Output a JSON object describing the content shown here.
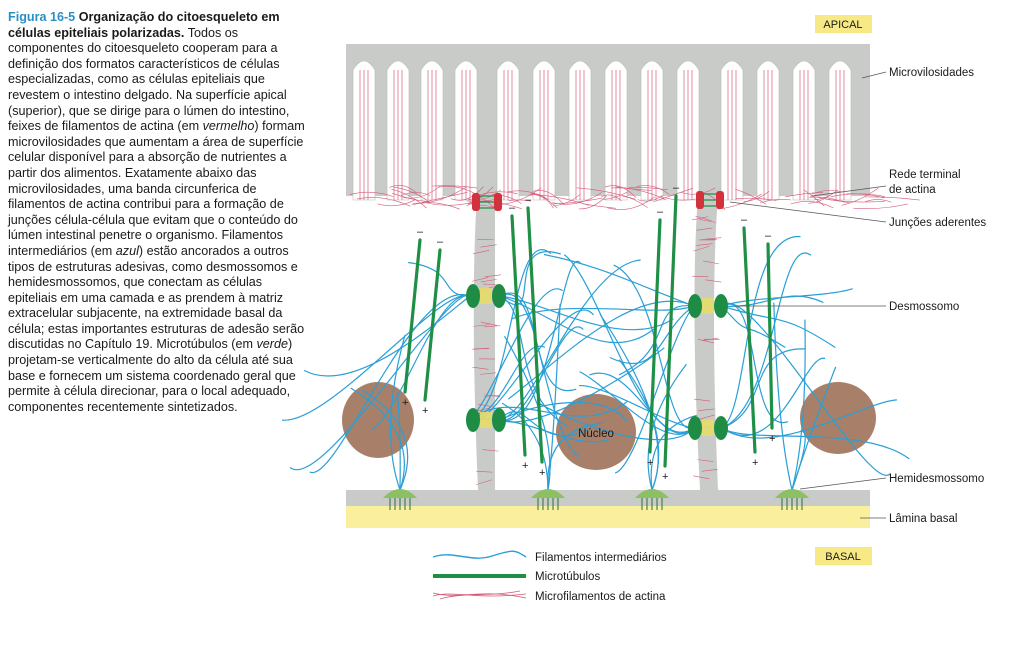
{
  "caption": {
    "figure_number": "Figura 16-5",
    "title": "Organização do citoesqueleto em células epiteliais polarizadas.",
    "body_1": "Todos os componentes do citoesqueleto cooperam para a definição dos formatos característicos de células especializadas, como as células epiteliais que revestem o intestino delgado. Na superfície apical (superior), que se dirige para o lúmen do intestino, feixes de filamentos de actina (em ",
    "emph_red": "vermelho",
    "body_2": ") formam microvilosidades que aumentam a área de superfície celular disponível para a absorção de nutrientes a partir dos alimentos. Exatamente abaixo das microvilosidades, uma banda circunferica de filamentos de actina contribui para a formação de junções célula-célula que evitam que o conteúdo do lúmen intestinal penetre o organismo. Filamentos intermediários (em ",
    "emph_blue": "azul",
    "body_3": ") estão ancorados a outros tipos de estruturas adesivas, como desmossomos e hemidesmossomos, que conectam as células epiteliais em uma camada e as prendem à matriz extracelular subjacente, na extremidade basal da célula; estas importantes estruturas de adesão serão discutidas no Capítulo 19. Microtúbulos (em ",
    "emph_green": "verde",
    "body_4": ") projetam-se verticalmente do alto da célula até sua base e fornecem um sistema coordenado geral que permite à célula direcionar, para o local adequado, componentes recentemente sintetizados."
  },
  "diagram": {
    "apical_tag": "APICAL",
    "basal_tag": "BASAL",
    "nucleus_label": "Núcleo",
    "plus_sign": "+",
    "minus_sign": "–",
    "labels": {
      "microvilli": "Microvilosidades",
      "terminal_web_line1": "Rede terminal",
      "terminal_web_line2": "de actina",
      "adherens": "Junções aderentes",
      "desmosome": "Desmossomo",
      "hemidesmosome": "Hemidesmossomo",
      "basal_lamina": "Lâmina basal"
    },
    "legend": [
      {
        "label": "Filamentos intermediários",
        "color": "#2a9fd6"
      },
      {
        "label": "Microtúbulos",
        "color": "#1f8f46"
      },
      {
        "label": "Microfilamentos de actina",
        "color": "#d45c7a"
      }
    ],
    "colors": {
      "membrane": "#c9cbc8",
      "cytoplasm": "#ffffff",
      "nucleus": "#a8806a",
      "actin": "#d45c7a",
      "intermediate": "#2a9fd6",
      "microtubule": "#1f8f46",
      "adherens": "#d3323c",
      "desmosome_plaque": "#1e8c45",
      "hemidesmosome": "#8cc063",
      "lamina": "#f9ef9c",
      "tag_bg": "#f7ea86"
    }
  }
}
